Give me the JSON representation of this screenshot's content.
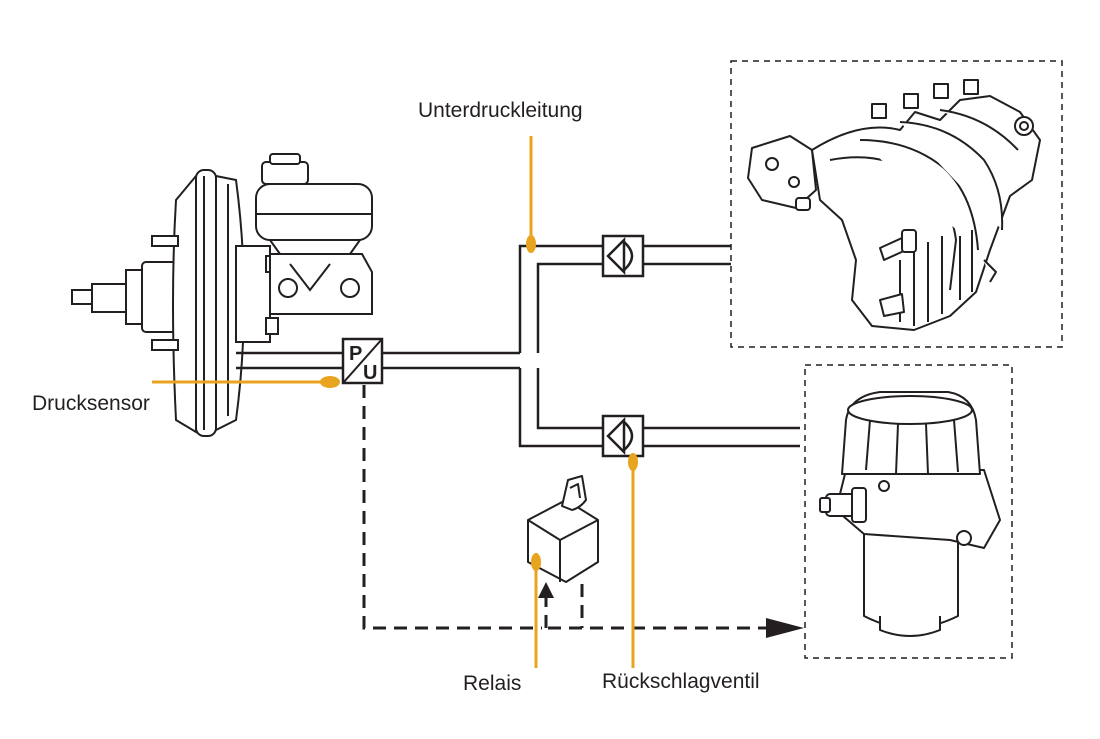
{
  "labels": {
    "pressure_sensor": "Drucksensor",
    "vacuum_line": "Unterdruckleitung",
    "relay": "Relais",
    "check_valve": "Rückschlagventil"
  },
  "sensor_symbol": {
    "top": "P",
    "bottom": "U"
  },
  "colors": {
    "accent": "#e8a31f",
    "line": "#231f20",
    "background": "#ffffff"
  }
}
